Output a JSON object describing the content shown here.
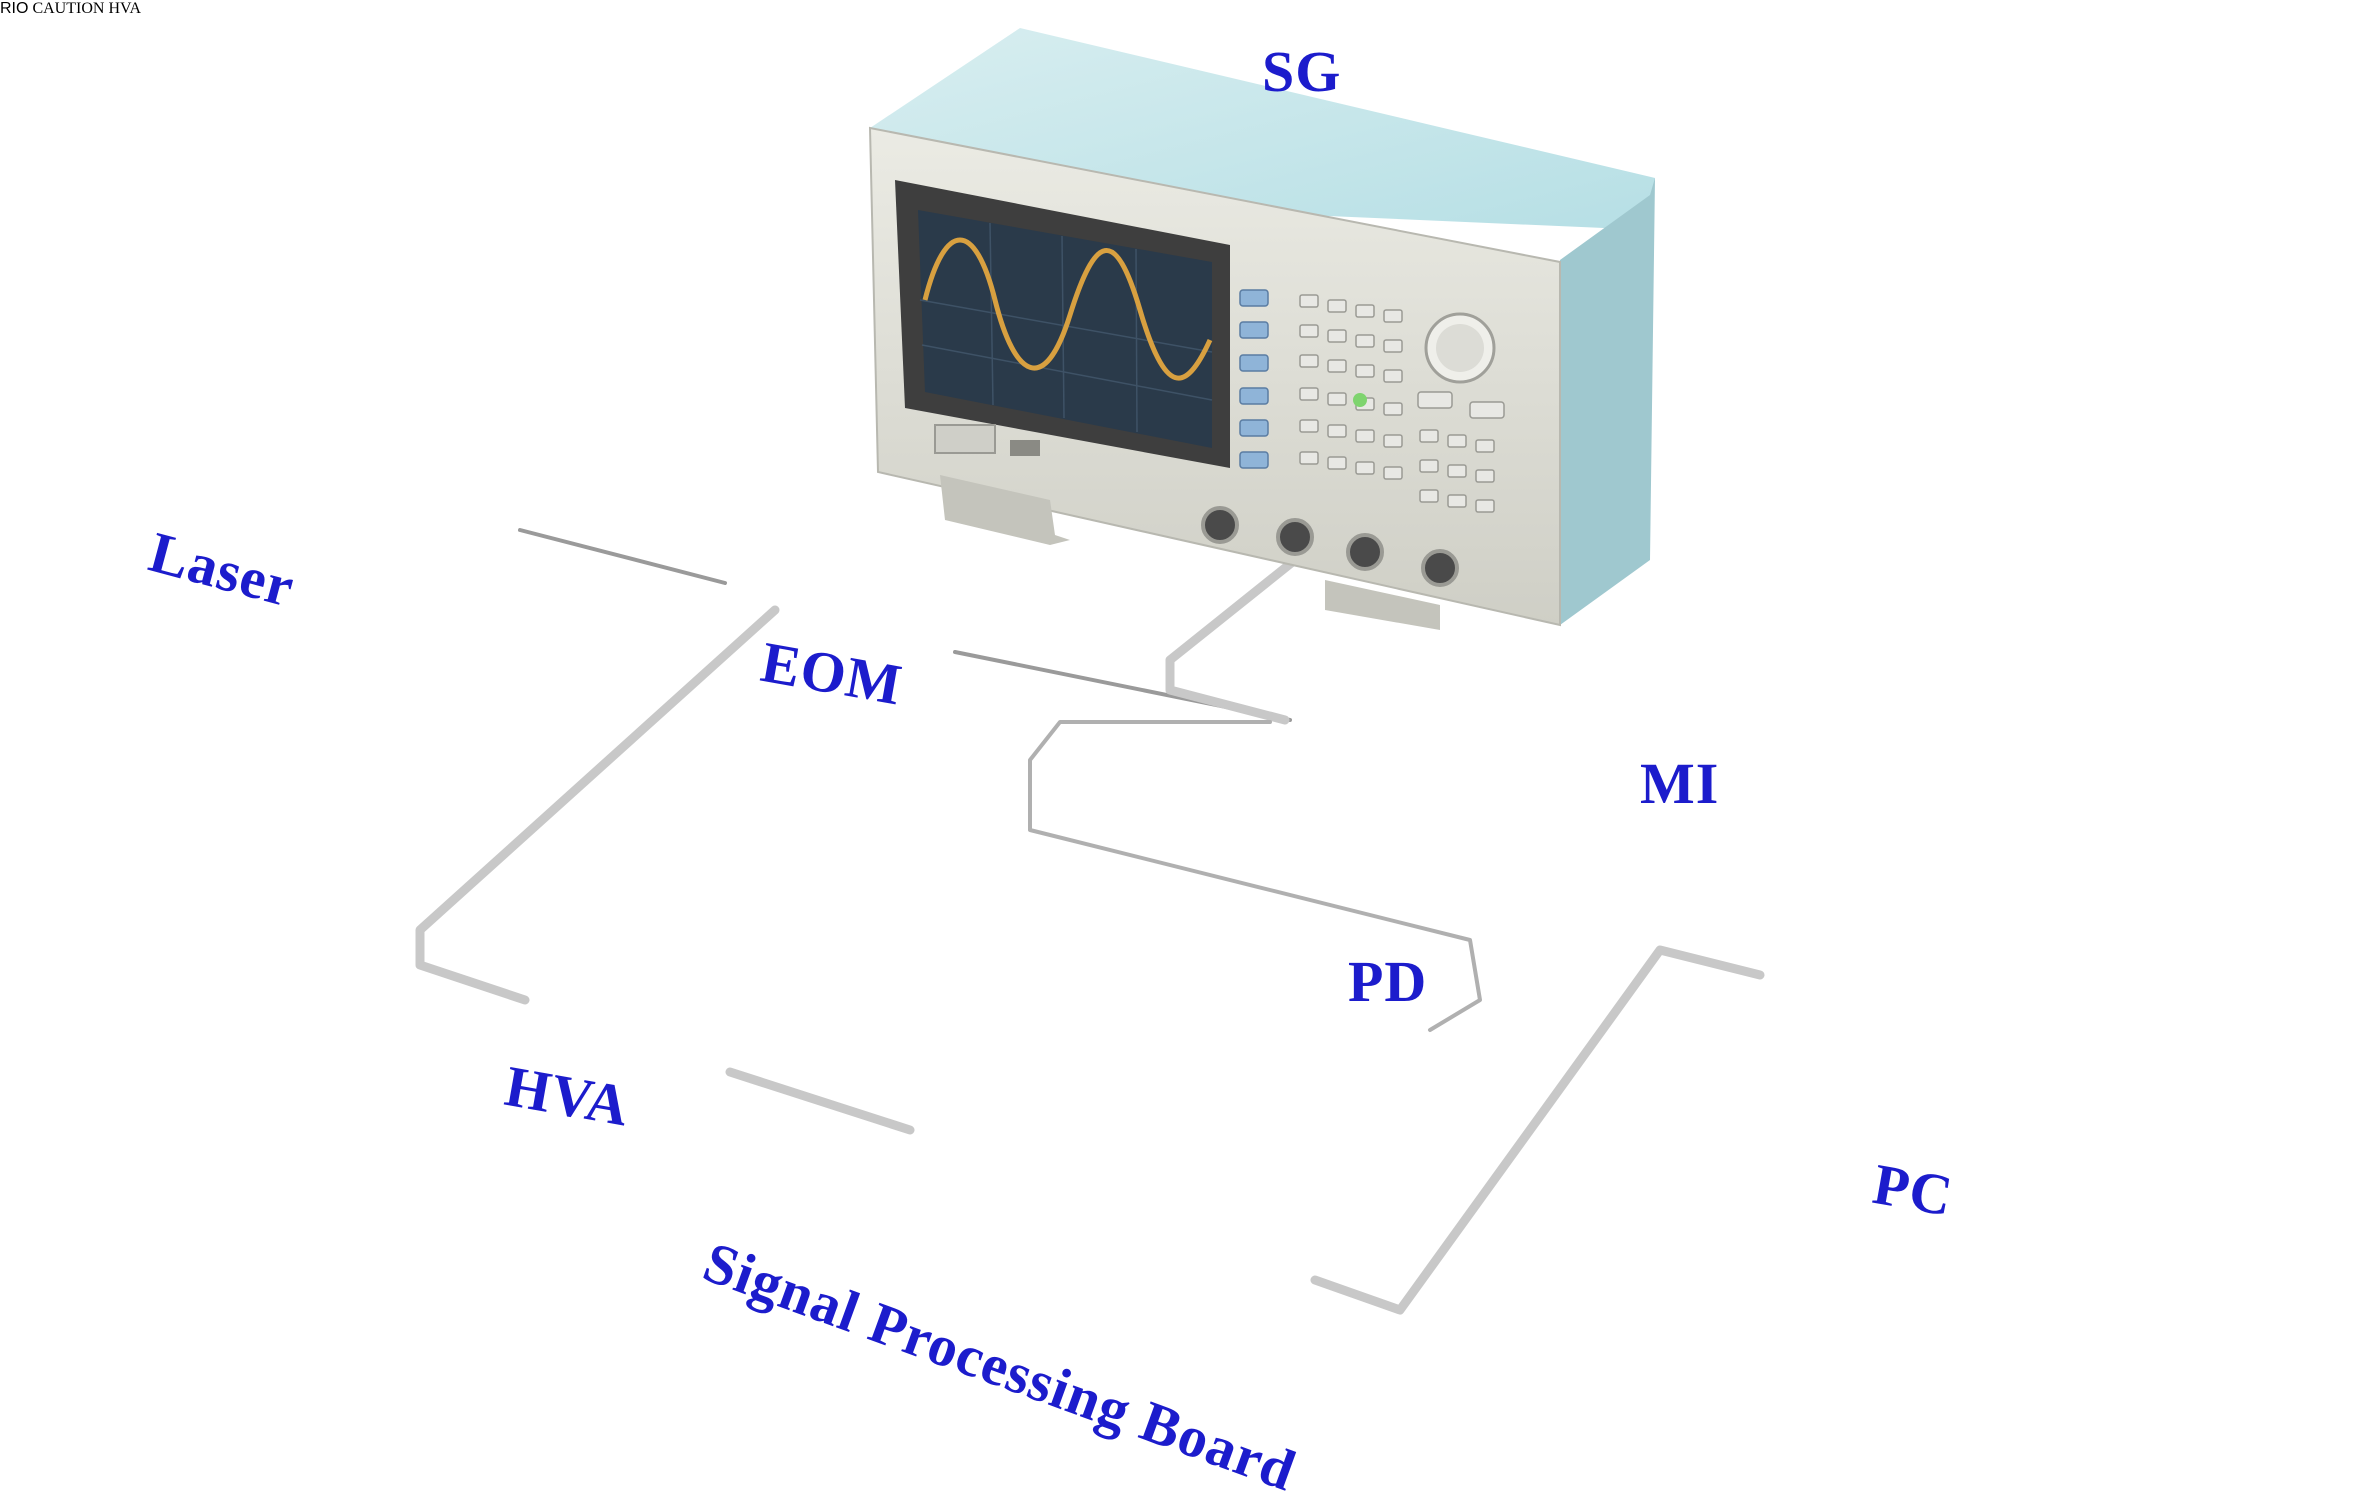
{
  "labels": {
    "sg": "SG",
    "laser": "Laser",
    "eom": "EOM",
    "mi": "MI",
    "hva": "HVA",
    "pd": "PD",
    "pc": "PC",
    "spb": "Signal Processing Board"
  },
  "device_markings": {
    "laser_brand": "RIO",
    "hva_marking": "HVA",
    "warning_word": "CAUTION"
  },
  "colors": {
    "label_text": "#1c1ccc",
    "signal_generator_body": "#dcdcd4",
    "signal_generator_top": "#c8e6ea",
    "screen_wave": "#d8a040",
    "pcb_green": "#5a9a4a",
    "hva_gold": "#b8963c",
    "eom_gold": "#b08a3a",
    "mi_body": "#5a524a",
    "laptop_gray": "#6e6e72",
    "cable": "#c8c8c8",
    "warning_yellow": "#f2d21c",
    "rio_pink": "#d8326e"
  }
}
